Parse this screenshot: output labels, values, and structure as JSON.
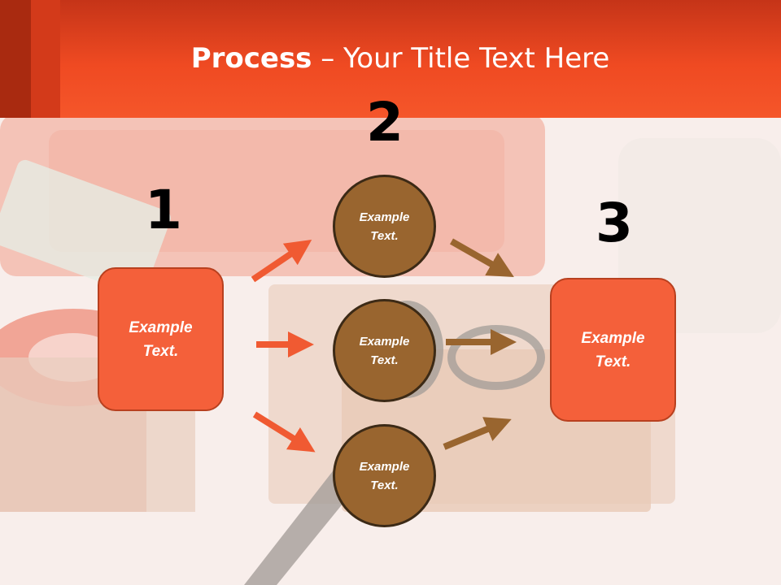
{
  "title": {
    "bold": "Process",
    "rest": " – Your Title Text Here"
  },
  "steps": [
    {
      "number": "1",
      "text": "Example\nText."
    },
    {
      "number": "2",
      "text": "Example\nText."
    },
    {
      "number": "3",
      "text": "Example\nText."
    }
  ],
  "circles": [
    {
      "text": "Example\nText."
    },
    {
      "text": "Example\nText."
    },
    {
      "text": "Example\nText."
    }
  ],
  "colors": {
    "header": "#ef4a22",
    "box": "#f4603a",
    "circle": "#99652f",
    "arrow_orange": "#f05a32",
    "arrow_brown": "#99652f"
  }
}
